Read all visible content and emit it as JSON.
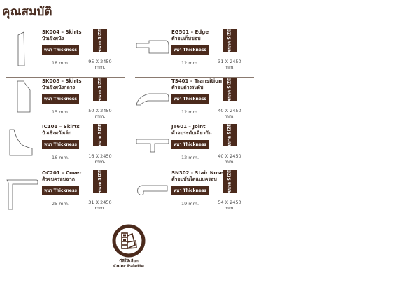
{
  "title": "คุณสมบัติ",
  "thickness_label": "หนา Thickness",
  "size_label": "ขนาด SIZE",
  "items": [
    {
      "code": "SK004 – Skirts",
      "thai": "บัวเชิงผนัง",
      "thickness": "18 mm.",
      "size": "95 X 2450",
      "unit": "mm."
    },
    {
      "code": "SK008 – Skirts",
      "thai": "บัวเชิงผนังกลาง",
      "thickness": "15 mm.",
      "size": "50 X 2450",
      "unit": "mm."
    },
    {
      "code": "IC101 – Skirts",
      "thai": "บัวเชิงผนังเล็ก",
      "thickness": "16 mm.",
      "size": "16 X 2450",
      "unit": "mm."
    },
    {
      "code": "OC201 – Cover",
      "thai": "ตัวจบครอบฉาก",
      "thickness": "25 mm.",
      "size": "31 X 2450",
      "unit": "mm."
    },
    {
      "code": "EG501 – Edge",
      "thai": "ตัวจบเก็บขอบ",
      "thickness": "12 mm.",
      "size": "31 X 2450",
      "unit": "mm."
    },
    {
      "code": "TS401 – Transition",
      "thai": "ตัวจบต่างระดับ",
      "thickness": "12 mm.",
      "size": "40 X 2450",
      "unit": "mm."
    },
    {
      "code": "JT601 – Joint",
      "thai": "ตัวจบระดับเดียวกัน",
      "thickness": "12 mm.",
      "size": "40 X 2450",
      "unit": "mm."
    },
    {
      "code": "SN302 - Stair Nose",
      "thai": "ตัวจบบันไดแบบครอบ",
      "thickness": "19 mm.",
      "size": "54 X 2450",
      "unit": "mm."
    }
  ],
  "palette": {
    "thai": "มีสีให้เลือก",
    "en": "Color Palette",
    "icon": "color-palette-icon"
  }
}
